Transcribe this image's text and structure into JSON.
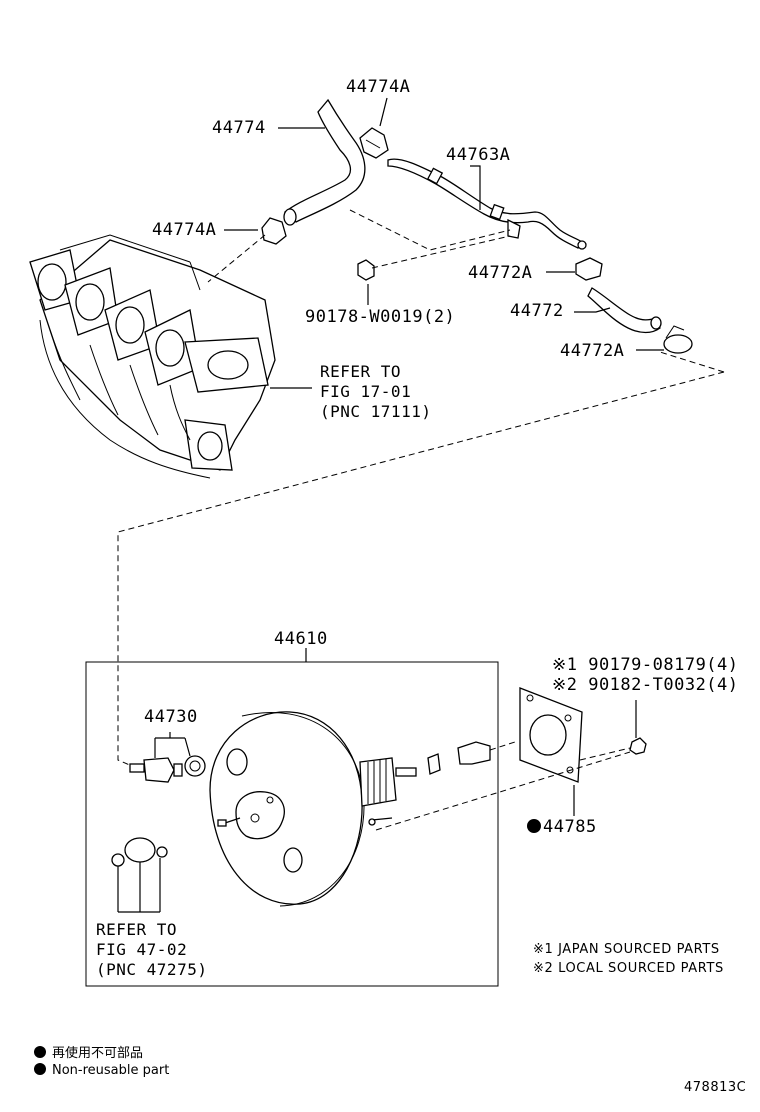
{
  "parts": {
    "p44774A_top": "44774A",
    "p44774": "44774",
    "p44763A": "44763A",
    "p44774A_left": "44774A",
    "p44772A_upper": "44772A",
    "p90178": "90178-W0019(2)",
    "p44772": "44772",
    "p44772A_lower": "44772A",
    "p44610": "44610",
    "p44730": "44730",
    "p90179": "※1 90179-08179(4)",
    "p90182": "※2 90182-T0032(4)",
    "p44785": "44785"
  },
  "refs": {
    "manifold": "REFER TO\nFIG 17-01\n(PNC 17111)",
    "booster": "REFER TO\nFIG 47-02\n(PNC 47275)"
  },
  "notes": {
    "japan": "※1 JAPAN SOURCED PARTS",
    "local": "※2 LOCAL SOURCED PARTS"
  },
  "legend": {
    "jp": "再使用不可部品",
    "en": "Non-reusable part"
  },
  "figure_id": "478813C"
}
